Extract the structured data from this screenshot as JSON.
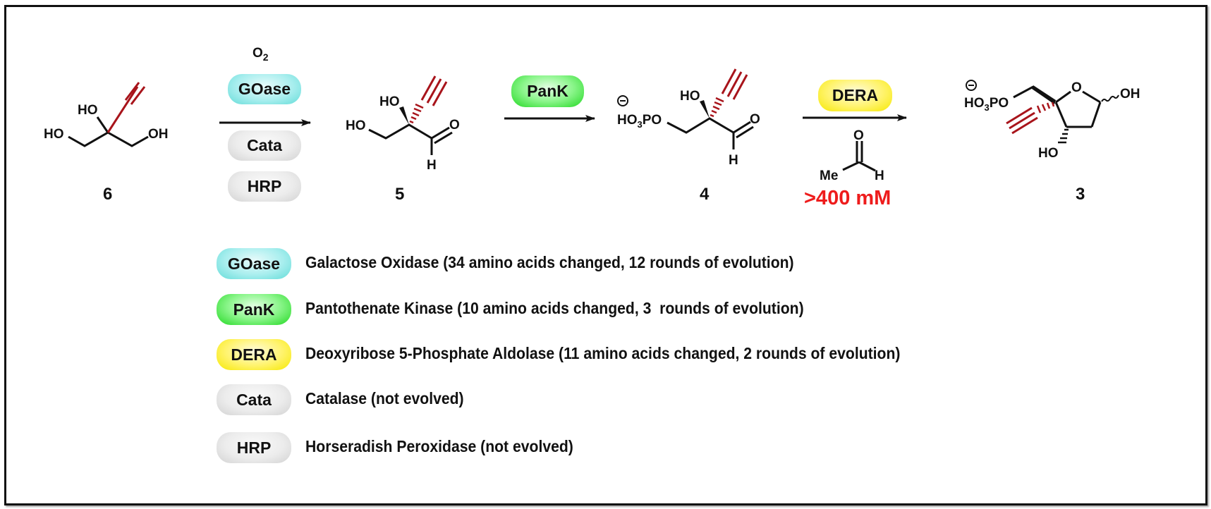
{
  "scheme": {
    "compounds": [
      {
        "id": "6",
        "label": "6",
        "atoms": [
          "HO",
          "HO",
          "OH"
        ]
      },
      {
        "id": "5",
        "label": "5",
        "atoms": [
          "HO",
          "HO",
          "O",
          "H"
        ]
      },
      {
        "id": "4",
        "label": "4",
        "atoms": [
          "HO3PO",
          "HO",
          "O",
          "H"
        ],
        "charge": "⊖"
      },
      {
        "id": "3",
        "label": "3",
        "atoms": [
          "HO3PO",
          "O",
          "OH",
          "HO"
        ],
        "charge": "⊖"
      }
    ],
    "steps": [
      {
        "reagent_top": "O2",
        "enzymes": [
          "GOase",
          "Cata",
          "HRP"
        ]
      },
      {
        "enzymes": [
          "PanK"
        ]
      },
      {
        "enzymes": [
          "DERA"
        ],
        "cosubstrate": {
          "atoms": [
            "O",
            "Me",
            "H"
          ]
        },
        "concentration": ">400 mM"
      }
    ],
    "alkyne_color": "#a8141b",
    "highlight_color": "#ee1c1c"
  },
  "legend": [
    {
      "abbr": "GOase",
      "desc": "Galactose Oxidase (34 amino acids changed, 12 rounds of evolution)",
      "color": "#7ee6e4"
    },
    {
      "abbr": "PanK",
      "desc": "Pantothenate Kinase (10 amino acids changed, 3  rounds of evolution)",
      "color": "#33dd33"
    },
    {
      "abbr": "DERA",
      "desc": "Deoxyribose 5-Phosphate Aldolase (11 amino acids changed, 2 rounds of evolution)",
      "color": "#f7ec1a"
    },
    {
      "abbr": "Cata",
      "desc": "Catalase (not evolved)",
      "color": "#e2e2e2"
    },
    {
      "abbr": "HRP",
      "desc": "Horseradish Peroxidase (not evolved)",
      "color": "#e2e2e2"
    }
  ]
}
